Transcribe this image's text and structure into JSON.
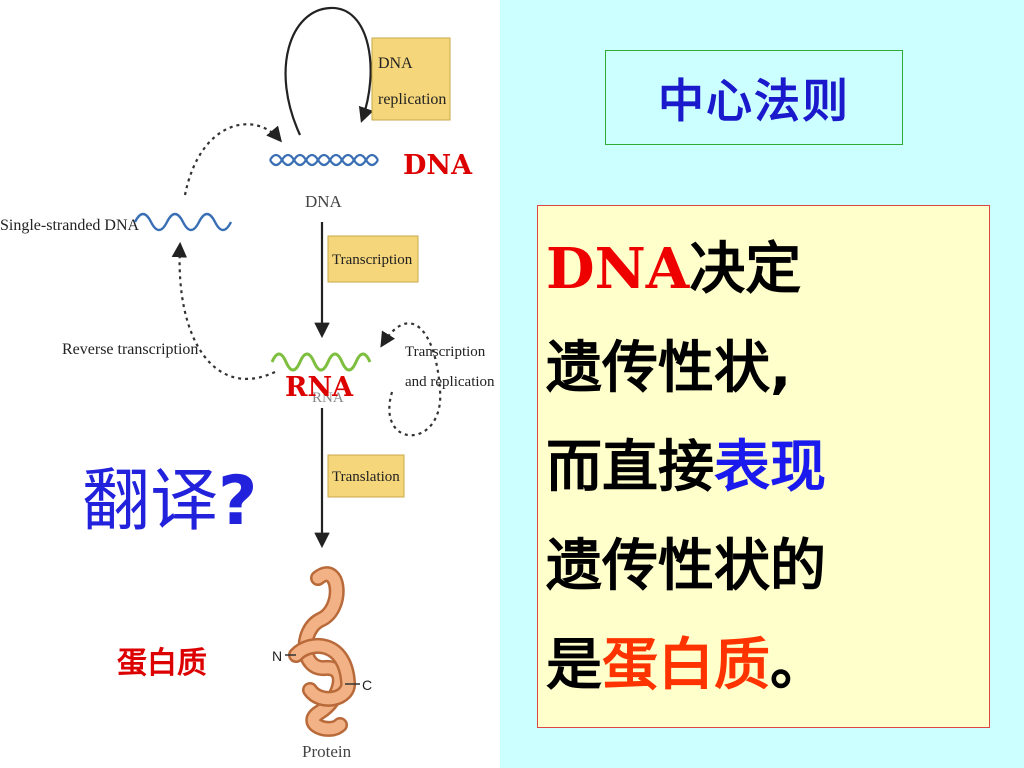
{
  "title": "中心法则",
  "main_text": {
    "line1_dna": "DNA",
    "line1_rest": "决定",
    "line2": "遗传性状,",
    "line3_a": "而直接",
    "line3_b": "表现",
    "line4": "遗传性状的",
    "line5_a": "是",
    "line5_b": "蛋白质",
    "line5_c": "。"
  },
  "diagram": {
    "dna_replication_line1": "DNA",
    "dna_replication_line2": "replication",
    "dna_caption": "DNA",
    "single_stranded": "Single-stranded DNA",
    "transcription": "Transcription",
    "reverse_transcription": "Reverse transcription",
    "rna_caption": "RNA",
    "transcription_replication_line1": "Transcription",
    "transcription_replication_line2": "and replication",
    "translation": "Translation",
    "n_term": "N",
    "c_term": "C",
    "protein_caption": "Protein"
  },
  "overlay_labels": {
    "dna": "DNA",
    "rna": "RNA",
    "translate": "翻译",
    "question": "?",
    "protein": "蛋白质"
  },
  "colors": {
    "right_bg": "#ccffff",
    "box_bg": "#ffffcc",
    "title_blue": "#1a1acc",
    "dna_strand": "#3a6fb5",
    "rna_strand": "#7fbf3f",
    "label_box": "#f5d67a",
    "protein": "#e8a070"
  }
}
